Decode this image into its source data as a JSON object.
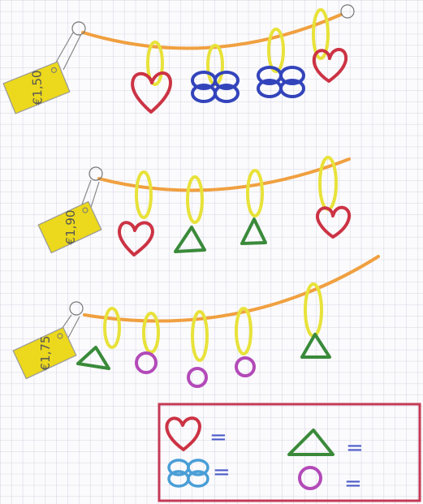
{
  "prices": {
    "row1": "€1,50",
    "row2": "€1,90",
    "row3": "€1,75"
  },
  "legend": {
    "equals": "="
  },
  "colors": {
    "grid": "#c9c9dc",
    "string": "#f0a040",
    "ring": "#e8e23a",
    "tag": "#ecd81c",
    "heart": "#cc3344",
    "flower": "#3344bb",
    "legend_flower": "#4a9ed6",
    "triangle": "#3a8a3a",
    "circle": "#b34ab8",
    "legend_border": "#c43a56",
    "equals": "#4b5ac8"
  },
  "icons": [
    "heart-icon",
    "flower-icon",
    "triangle-icon",
    "circle-icon"
  ]
}
